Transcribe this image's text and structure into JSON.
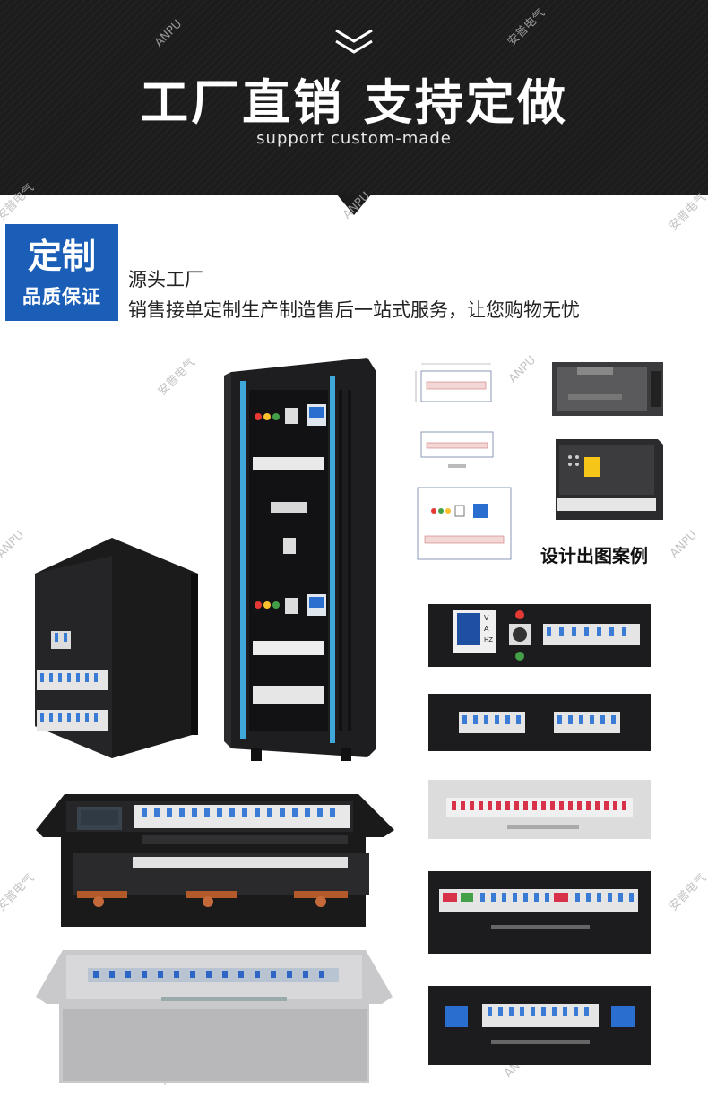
{
  "header": {
    "title": "工厂直销 支持定做",
    "subtitle": "support custom-made"
  },
  "badge": {
    "top": "定制",
    "bottom": "品质保证"
  },
  "intro": {
    "line1": "源头工厂",
    "line2": "销售接单定制生产制造售后一站式服务，让您购物无忧"
  },
  "design_case_label": "设计出图案例",
  "watermarks": {
    "en": "ANPU",
    "cn": "安普电气"
  },
  "meter_labels": [
    "V",
    "A",
    "HZ"
  ],
  "colors": {
    "banner": "#1c1c1c",
    "badge": "#1a5eb8",
    "breaker_blue": "#3a7bd5",
    "breaker_red": "#d8324a",
    "cabinet": "#202022"
  }
}
